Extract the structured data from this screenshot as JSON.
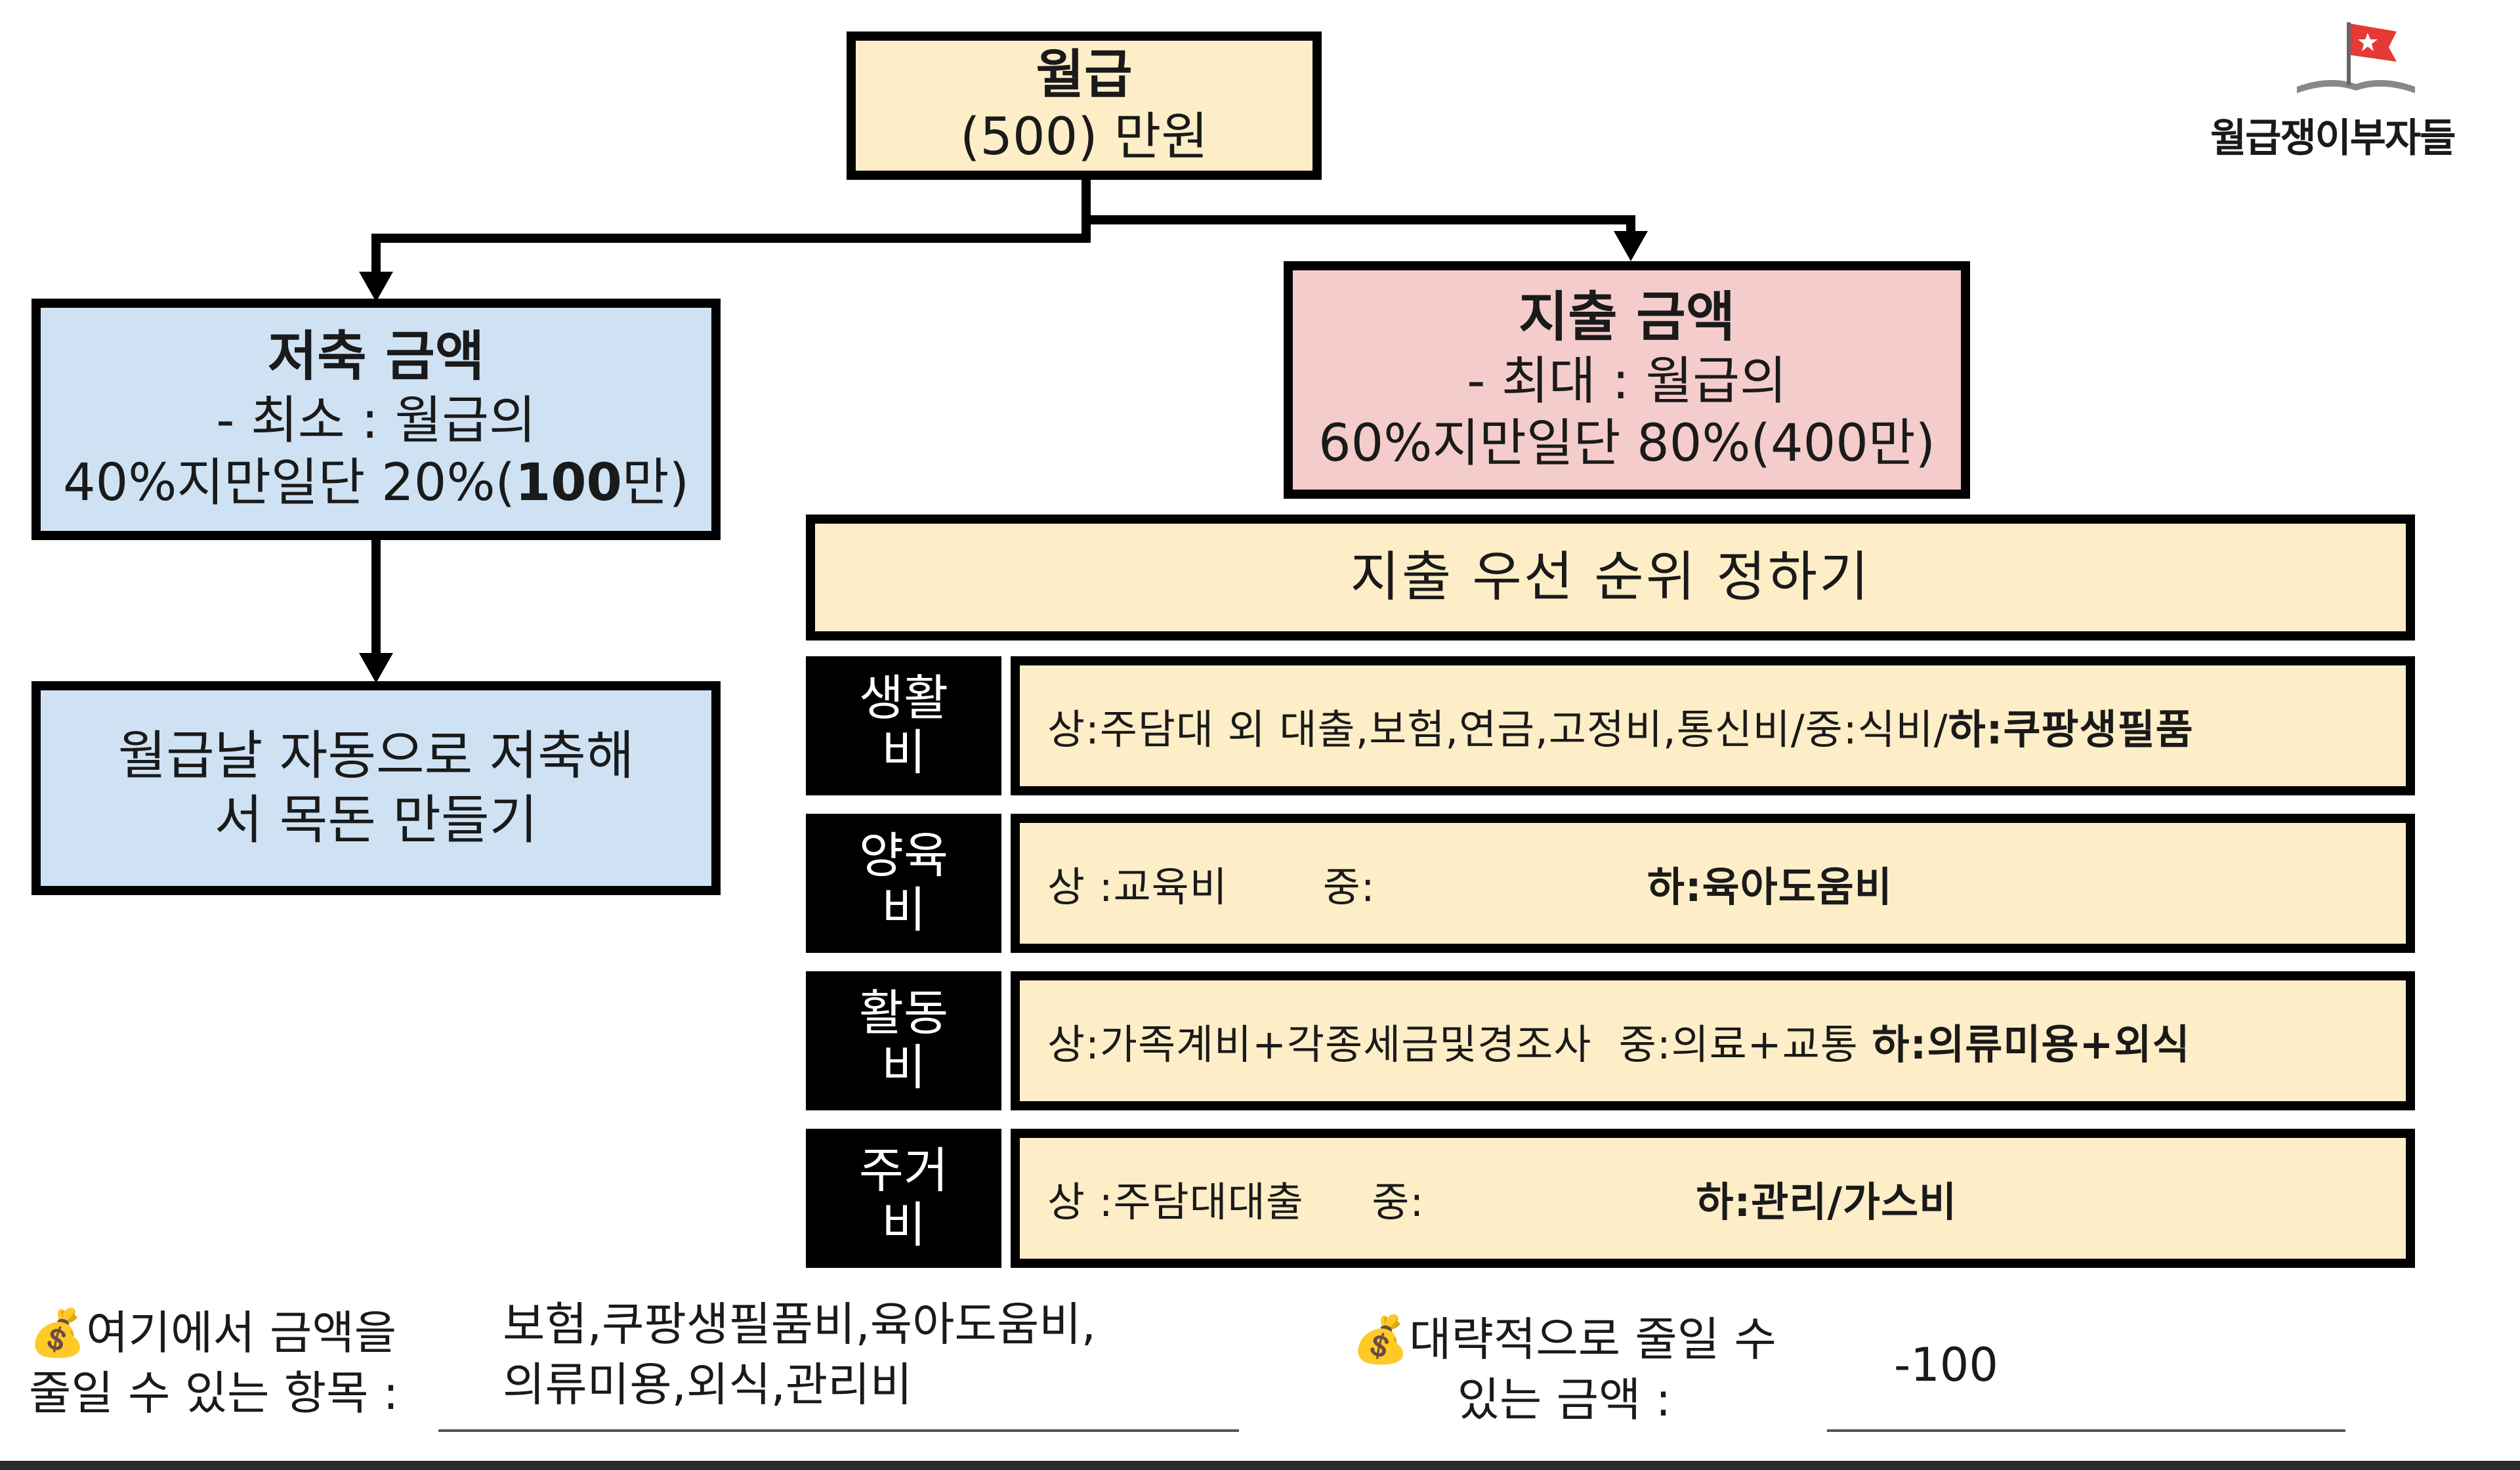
{
  "top": {
    "title": "월급",
    "amount": "(500) 만원"
  },
  "logo": {
    "text": "월급쟁이부자들"
  },
  "savings": {
    "title": "저축 금액",
    "line1": "- 최소 : 월급의",
    "line2_pre": "40%지만일단 20%(",
    "line2_bold": "100",
    "line2_post": "만)"
  },
  "savings_action": {
    "line1": "월급날 자동으로 저축해",
    "line2": "서 목돈 만들기"
  },
  "spending": {
    "title": "지출 금액",
    "line1": "- 최대 : 월급의",
    "line2": "60%지만일단 80%(400만)"
  },
  "priority": {
    "title": "지출 우선 순위 정하기"
  },
  "categories": [
    {
      "label1": "생활",
      "label2": "비",
      "text": "상:주담대 외 대출,보험,연금,고정비,통신비/중:식비/",
      "bold": "하:쿠팡생필품"
    },
    {
      "label1": "양육",
      "label2": "비",
      "text": "상 :교육비       중:                    ",
      "bold": "하:육아도움비"
    },
    {
      "label1": "활동",
      "label2": "비",
      "text": "상:가족계비+각종세금및경조사  중:의료+교통 ",
      "bold": "하:의류미용+외식"
    },
    {
      "label1": "주거",
      "label2": "비",
      "text": "상 :주담대대출     중:                    ",
      "bold": "하:관리/가스비"
    }
  ],
  "bottom": {
    "left_label1": "💰여기에서 금액을",
    "left_label2": "줄일 수 있는 항목 :",
    "left_value1": "보험,쿠팡생필품비,육아도움비,",
    "left_value2": "의류미용,외식,관리비",
    "right_label1": "💰대략적으로 줄일 수",
    "right_label2": "있는 금액 :",
    "right_value": "-100"
  }
}
